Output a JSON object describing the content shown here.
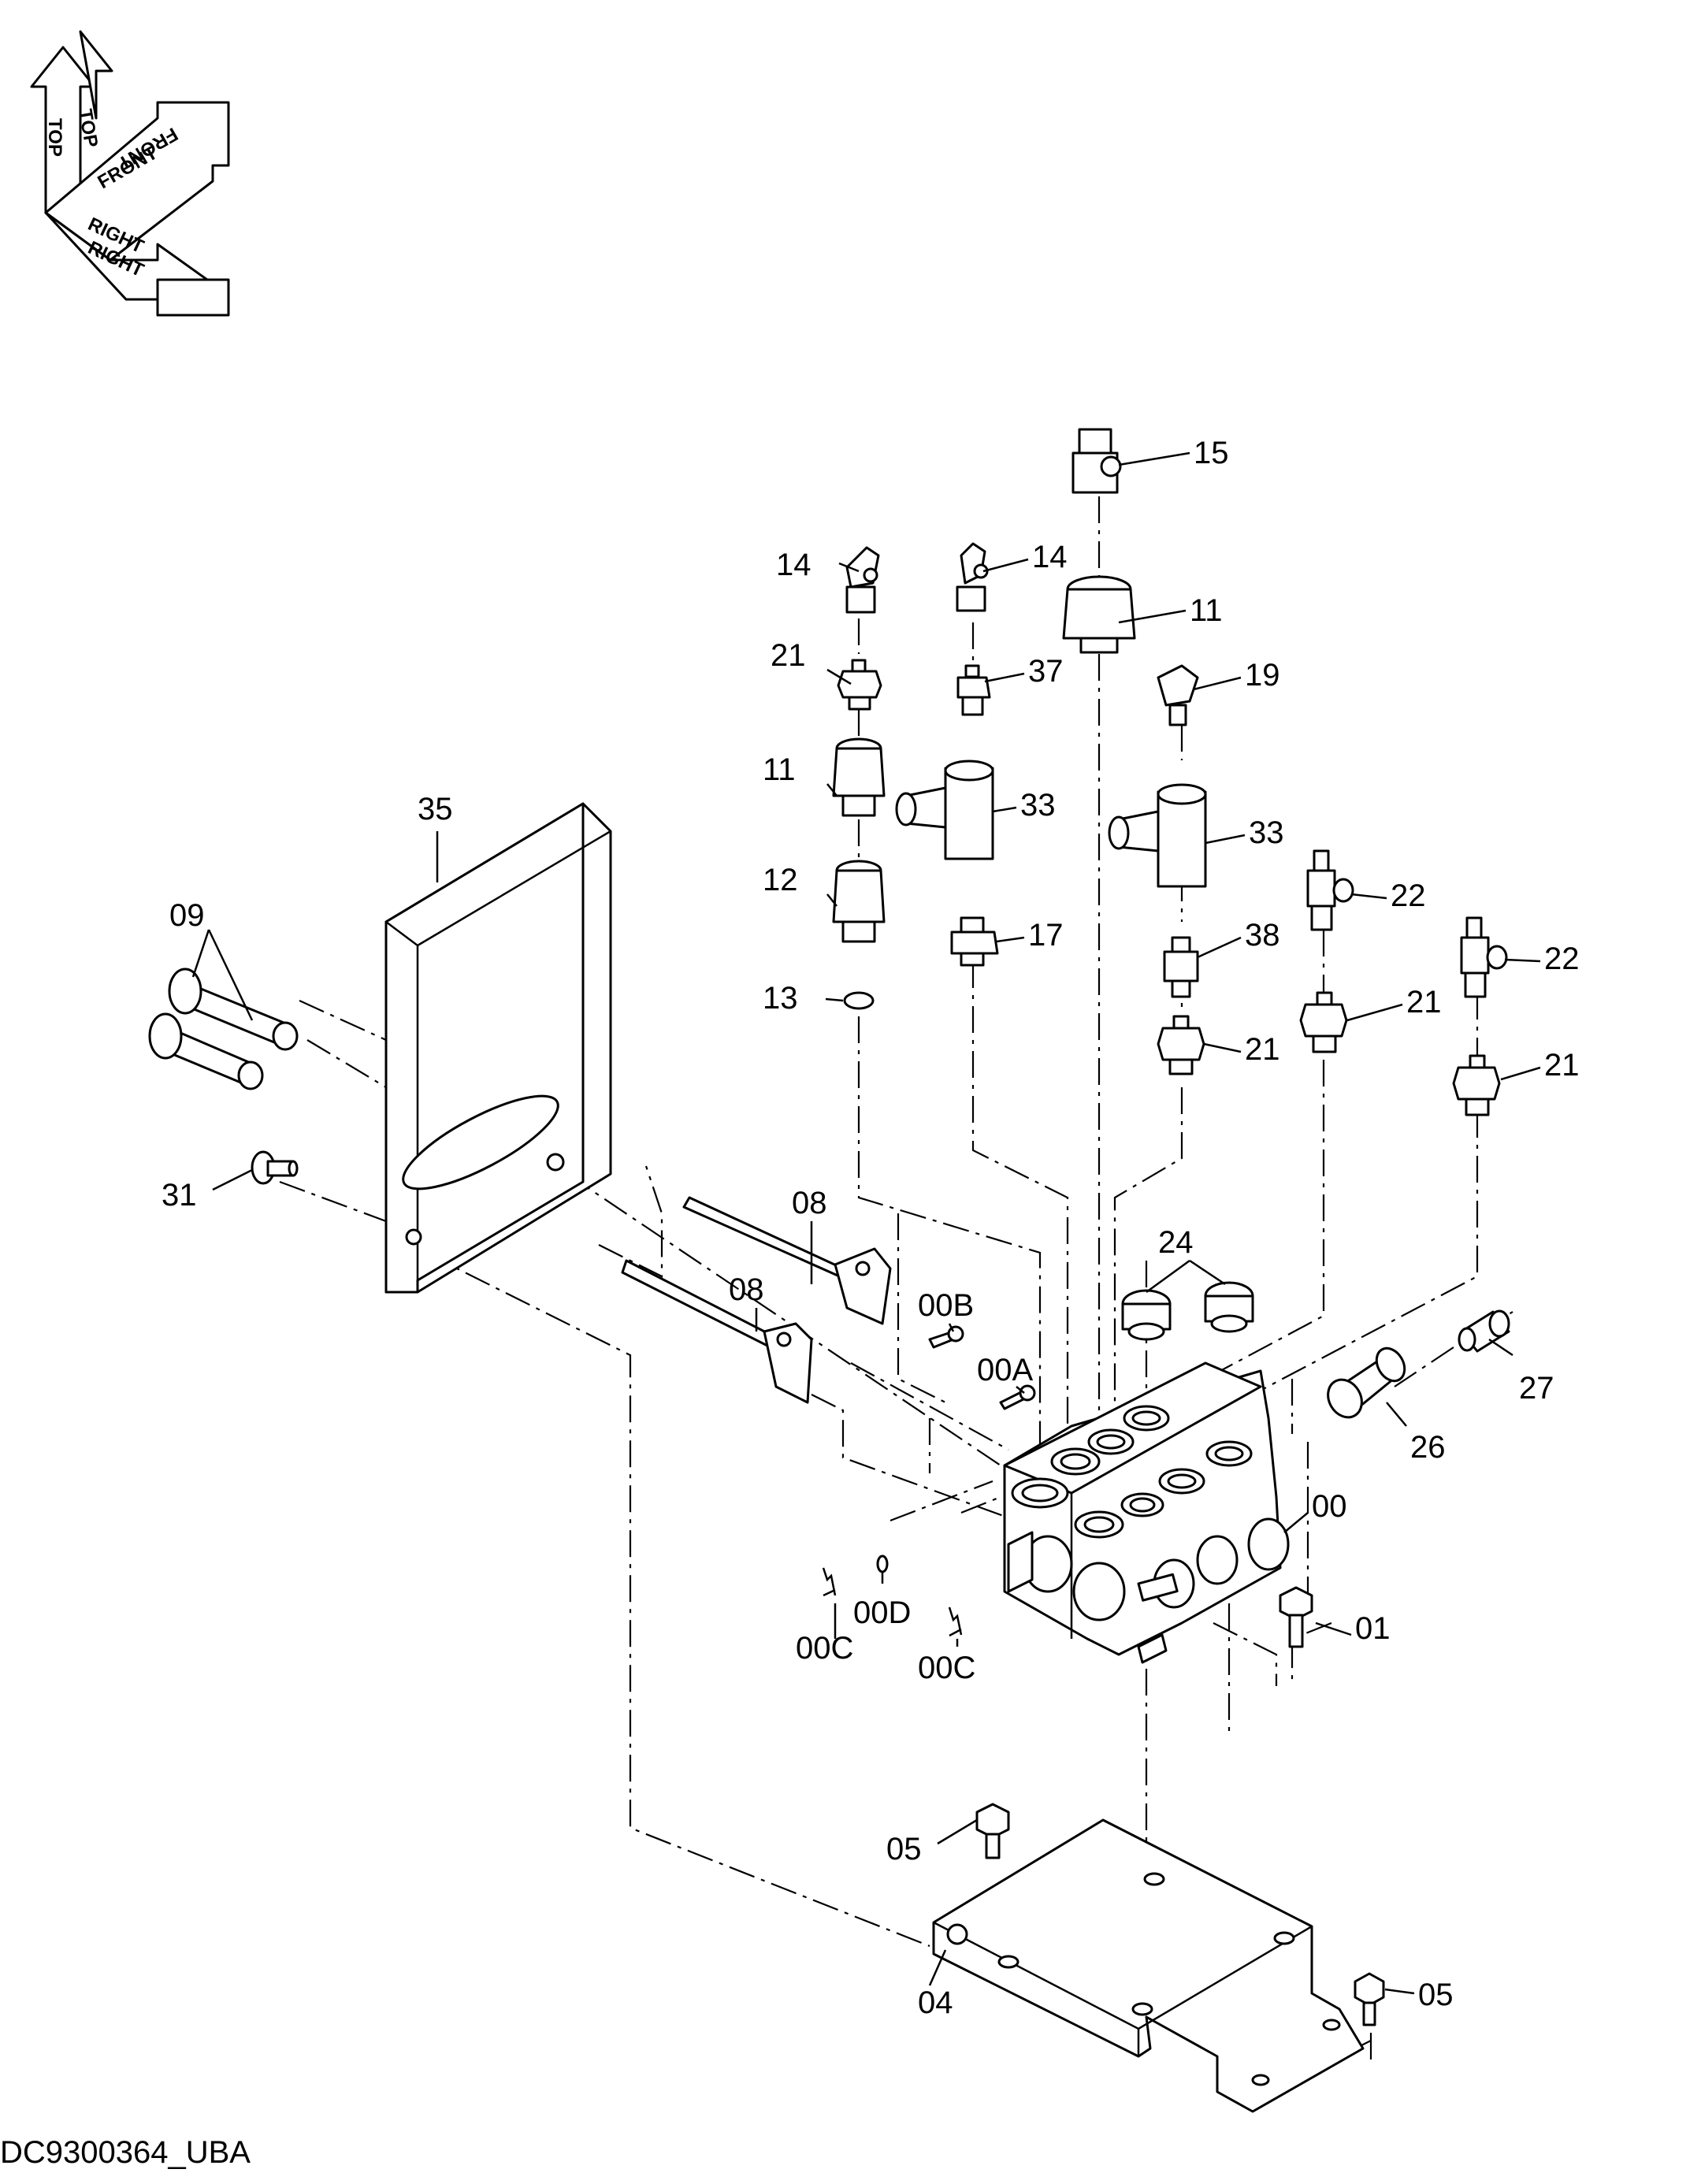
{
  "drawing_number": "DC9300364_UBA",
  "orientation": {
    "top": "TOP",
    "front": "FRONT",
    "right": "RIGHT"
  },
  "callouts": {
    "c00": "00",
    "c00A": "00A",
    "c00B": "00B",
    "c00C": "00C",
    "c00D": "00D",
    "c01": "01",
    "c04": "04",
    "c05": "05",
    "c08": "08",
    "c09": "09",
    "c11": "11",
    "c12": "12",
    "c13": "13",
    "c14": "14",
    "c15": "15",
    "c17": "17",
    "c19": "19",
    "c21": "21",
    "c22": "22",
    "c24": "24",
    "c26": "26",
    "c27": "27",
    "c31": "31",
    "c33": "33",
    "c35": "35",
    "c37": "37",
    "c38": "38"
  }
}
